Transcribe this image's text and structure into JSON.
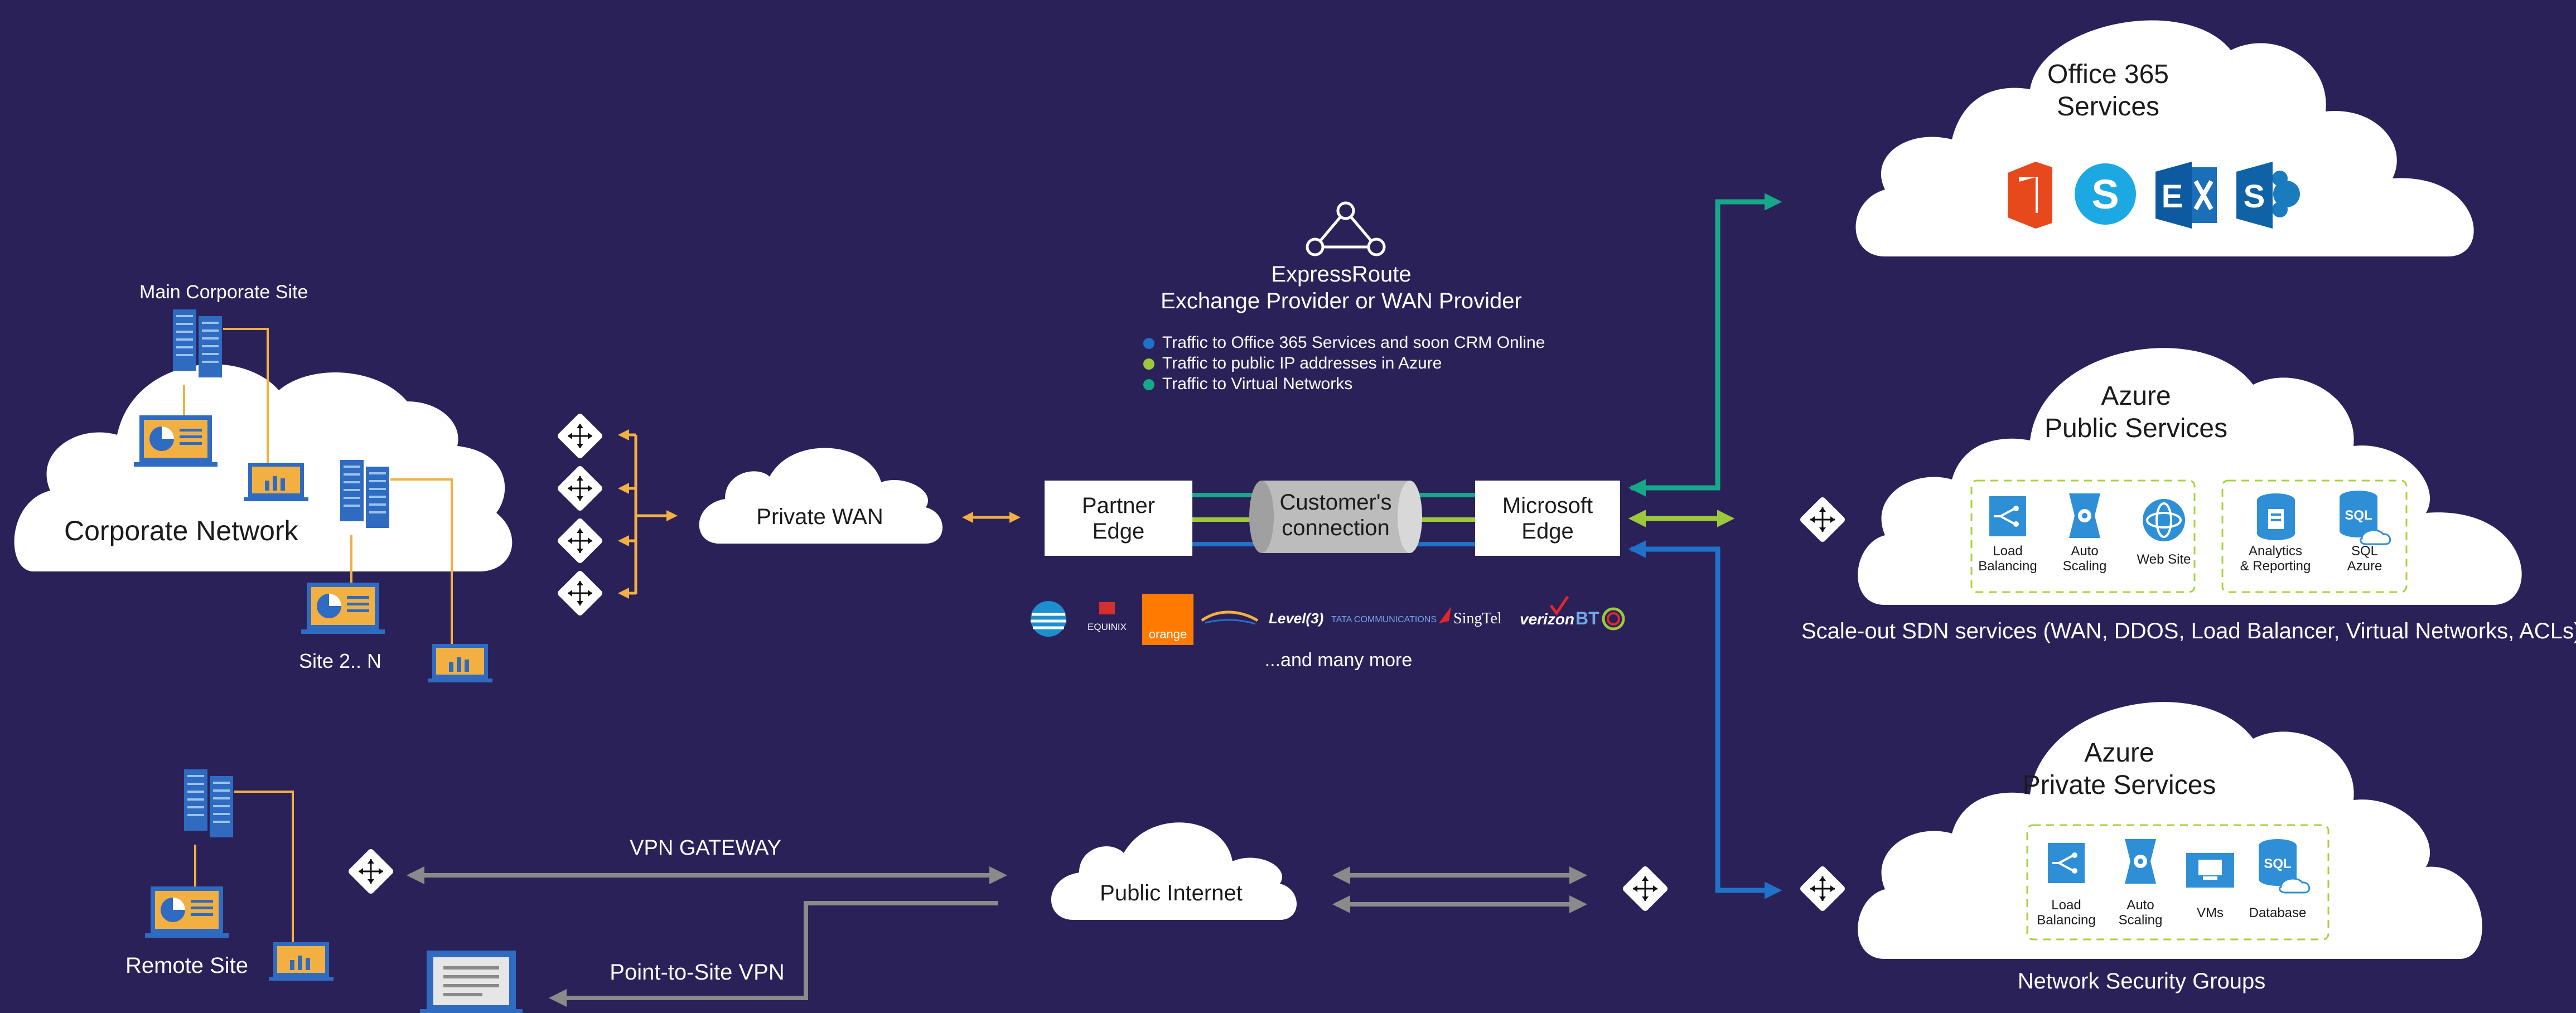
{
  "colors": {
    "background": "#2b2159",
    "teal": "#17a889",
    "lime": "#9bc93b",
    "blue": "#1f72c7",
    "orange_link": "#f2b042",
    "gray_link": "#8a8a8a",
    "office_red": "#e8491c",
    "skype_blue": "#1ca9e3",
    "exchange_blue": "#1a6fb8",
    "sharepoint_blue": "#1a7bbf",
    "azure_blue": "#2e8fd6",
    "server_blue": "#2e6bc1",
    "dashed_box": "#a6d33b"
  },
  "labels": {
    "main_corporate_site": "Main Corporate Site",
    "corporate_network": "Corporate Network",
    "site_2_n": "Site 2.. N",
    "remote_site": "Remote Site",
    "private_wan": "Private WAN",
    "public_internet": "Public Internet",
    "vpn_gateway": "VPN GATEWAY",
    "point_to_site_vpn": "Point-to-Site VPN",
    "expressroute_title": "ExpressRoute\nExchange Provider or WAN Provider",
    "partner_edge": "Partner\nEdge",
    "customers_connection": "Customer's\nconnection",
    "microsoft_edge": "Microsoft\nEdge",
    "and_many_more": "...and many more",
    "scale_out_sdn": "Scale-out SDN services (WAN, DDOS, Load Balancer, Virtual Networks, ACLs)",
    "network_security_groups": "Network Security Groups"
  },
  "legend": [
    {
      "text": "Traffic to Office 365 Services and soon CRM Online",
      "color": "#1f72c7"
    },
    {
      "text": "Traffic to public IP addresses in Azure",
      "color": "#9bc93b"
    },
    {
      "text": "Traffic to Virtual Networks",
      "color": "#17a889"
    }
  ],
  "clouds": {
    "office365": {
      "title": "Office 365\nServices"
    },
    "azure_public": {
      "title": "Azure\nPublic Services"
    },
    "azure_private": {
      "title": "Azure\nPrivate Services"
    }
  },
  "office_apps": [
    {
      "icon": "office-icon",
      "letter": ""
    },
    {
      "icon": "skype-icon",
      "letter": "S"
    },
    {
      "icon": "exchange-icon",
      "letter": "E"
    },
    {
      "icon": "sharepoint-icon",
      "letter": "S"
    }
  ],
  "public_services": [
    {
      "icon": "load-balancing-icon",
      "label": "Load\nBalancing"
    },
    {
      "icon": "auto-scaling-icon",
      "label": "Auto\nScaling"
    },
    {
      "icon": "web-site-icon",
      "label": "Web Site"
    },
    {
      "icon": "analytics-reporting-icon",
      "label": "Analytics\n& Reporting"
    },
    {
      "icon": "sql-azure-icon",
      "label": "SQL\nAzure"
    }
  ],
  "private_services": [
    {
      "icon": "load-balancing-icon",
      "label": "Load\nBalancing"
    },
    {
      "icon": "auto-scaling-icon",
      "label": "Auto\nScaling"
    },
    {
      "icon": "vms-icon",
      "label": "VMs"
    },
    {
      "icon": "database-icon",
      "label": "Database"
    }
  ],
  "providers": [
    {
      "name": "AT&T",
      "icon": "att-logo",
      "text": ""
    },
    {
      "name": "Equinix",
      "icon": "equinix-logo",
      "text": "EQUINIX"
    },
    {
      "name": "Orange",
      "icon": "orange-logo",
      "text": "orange"
    },
    {
      "name": "Provider",
      "icon": "provider-swoosh-logo",
      "text": ""
    },
    {
      "name": "Level 3",
      "icon": "level3-logo",
      "text": "Level(3)"
    },
    {
      "name": "Tata Communications",
      "icon": "tata-logo",
      "text": "TATA COMMUNICATIONS"
    },
    {
      "name": "SingTel",
      "icon": "singtel-logo",
      "text": "SingTel"
    },
    {
      "name": "Verizon",
      "icon": "verizon-logo",
      "text": "verizon"
    },
    {
      "name": "BT",
      "icon": "bt-logo",
      "text": "BT"
    }
  ]
}
